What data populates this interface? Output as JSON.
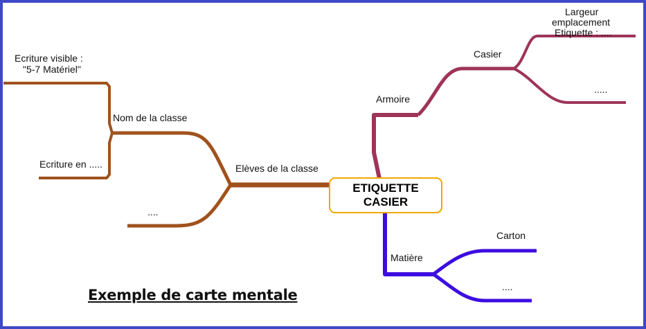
{
  "center": {
    "line1": "ETIQUETTE",
    "line2": "CASIER"
  },
  "branches": {
    "eleves": "Elèves de la classe",
    "nom_classe": "Nom de la classe",
    "ecriture_visible_1": "Ecriture  visible  :",
    "ecriture_visible_2": "\"5-7  Matériel\"",
    "ecriture_en": "Ecriture en .....",
    "eleves_other": "....",
    "armoire": "Armoire",
    "casier": "Casier",
    "largeur_1": "Largeur",
    "largeur_2": "emplacement",
    "largeur_3": "Etiquette  : ....",
    "casier_other": ".....",
    "matiere": "Matière",
    "carton": "Carton",
    "matiere_other": "...."
  },
  "caption": "Exemple de carte mentale",
  "colors": {
    "frame": "#3f49c8",
    "brown_branch": "#a0521d",
    "red_branch": "#9e3458",
    "purple_branch": "#3c0de0",
    "center_border": "#f0a800"
  }
}
